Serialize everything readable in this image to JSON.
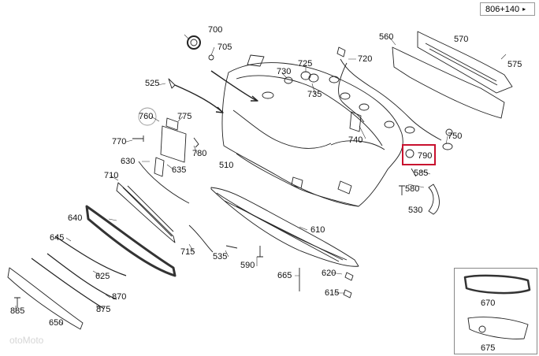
{
  "reference_code": "806+140",
  "reference_arrow": "▸",
  "watermark": "otoMoto",
  "highlighted_part": "790",
  "highlight_color": "#c8102e",
  "part_labels": {
    "p700": "700",
    "p705": "705",
    "p560": "560",
    "p570": "570",
    "p575": "575",
    "p725": "725",
    "p720": "720",
    "p730": "730",
    "p735": "735",
    "p525": "525",
    "p760": "760",
    "p775": "775",
    "p770": "770",
    "p780": "780",
    "p740": "740",
    "p750": "750",
    "p790": "790",
    "p585": "585",
    "p580": "580",
    "p630": "630",
    "p635": "635",
    "p510": "510",
    "p710": "710",
    "p530": "530",
    "p640": "640",
    "p610": "610",
    "p645": "645",
    "p715": "715",
    "p535": "535",
    "p590": "590",
    "p625": "625",
    "p665": "665",
    "p620": "620",
    "p870": "870",
    "p615": "615",
    "p885": "885",
    "p875": "875",
    "p650": "650",
    "p670": "670",
    "p675": "675"
  }
}
